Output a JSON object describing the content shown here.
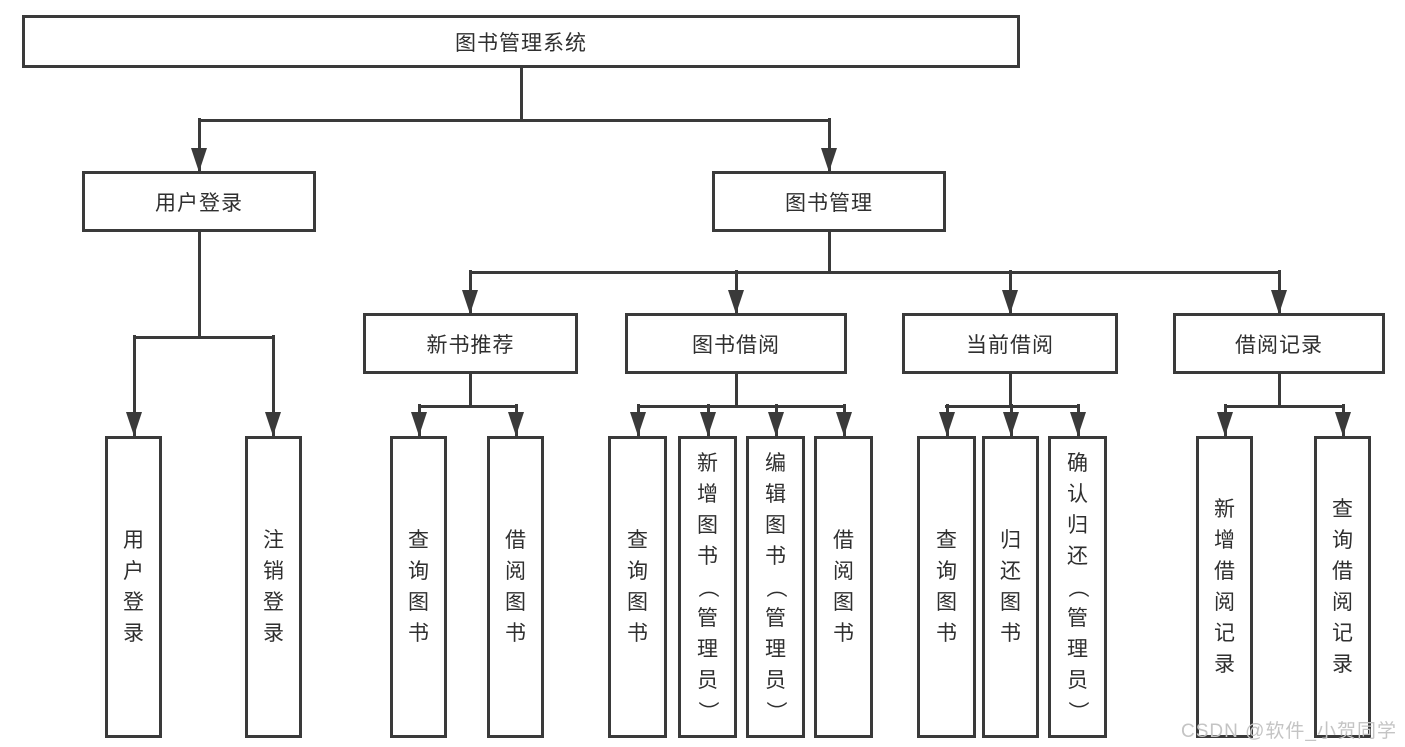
{
  "tree": {
    "label": "图书管理系统",
    "children": [
      {
        "label": "用户登录",
        "children": [
          {
            "label": "用户登录"
          },
          {
            "label": "注销登录"
          }
        ]
      },
      {
        "label": "图书管理",
        "children": [
          {
            "label": "新书推荐",
            "children": [
              {
                "label": "查询图书"
              },
              {
                "label": "借阅图书"
              }
            ]
          },
          {
            "label": "图书借阅",
            "children": [
              {
                "label": "查询图书"
              },
              {
                "label": "新增图书（管理员）"
              },
              {
                "label": "编辑图书（管理员）"
              },
              {
                "label": "借阅图书"
              }
            ]
          },
          {
            "label": "当前借阅",
            "children": [
              {
                "label": "查询图书"
              },
              {
                "label": "归还图书"
              },
              {
                "label": "确认归还（管理员）"
              }
            ]
          },
          {
            "label": "借阅记录",
            "children": [
              {
                "label": "新增借阅记录"
              },
              {
                "label": "查询借阅记录"
              }
            ]
          }
        ]
      }
    ]
  },
  "watermark": {
    "text": "CSDN @软件_小贺同学"
  },
  "colors": {
    "line": "#3a3a3a",
    "text": "#2f2f2f",
    "background": "#ffffff",
    "watermark": "#c4c4c4"
  }
}
